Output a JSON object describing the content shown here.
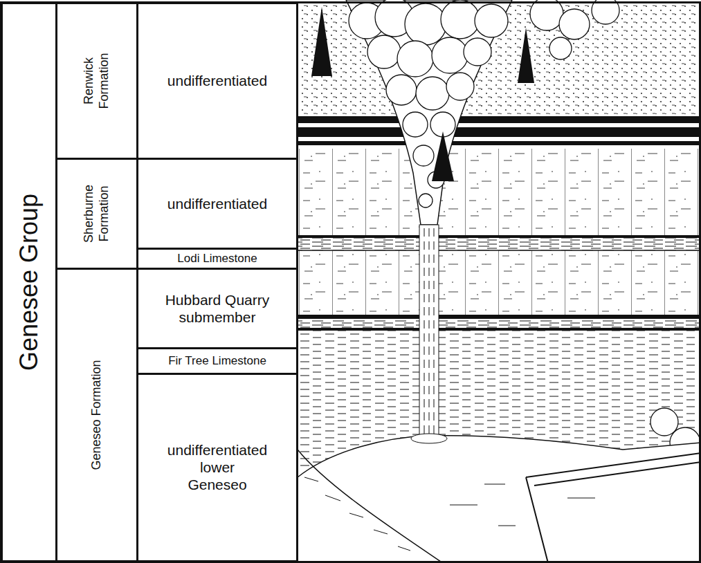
{
  "diagram": {
    "nodes": [
      {
        "text": [
          "Genesee Group"
        ]
      },
      {
        "text": [
          "Renwick Formation"
        ]
      },
      {
        "text": [
          "undifferentiated"
        ]
      },
      {
        "text": [
          "Sherburne Formation"
        ]
      },
      {
        "text": [
          "undifferentiated"
        ]
      },
      {
        "text": [
          "Lodi Limestone"
        ]
      },
      {
        "text": [
          "Geneseo Formation"
        ]
      },
      {
        "text": [
          "Hubbard Quarry submember"
        ]
      },
      {
        "text": [
          "Fir Tree Limestone"
        ]
      },
      {
        "text": [
          "undifferentiated lower Geneseo"
        ]
      }
    ]
  }
}
